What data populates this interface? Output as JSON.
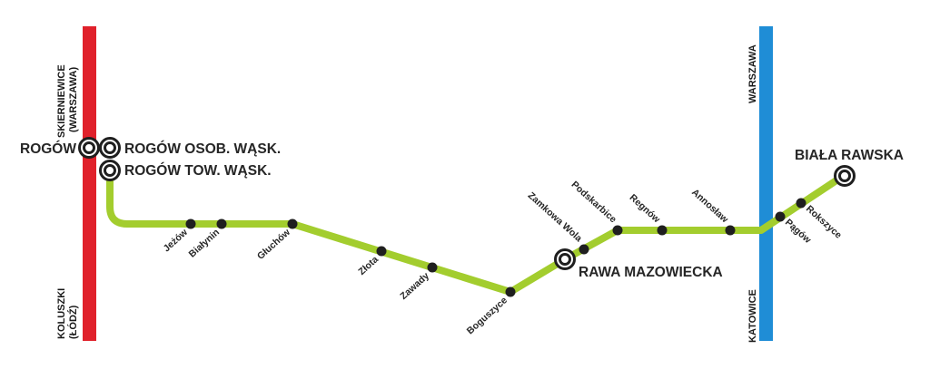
{
  "colors": {
    "left_line": "#e0212b",
    "right_line": "#1f8dd6",
    "route": "#a3cd2e",
    "station": "#1f1f1f",
    "text": "#262626"
  },
  "left_line": {
    "top_label_1": "SKIERNIEWICE",
    "top_label_2": "(WARSZAWA)",
    "bottom_label_1": "KOLUSZKI",
    "bottom_label_2": "(ŁÓDŹ)"
  },
  "right_line": {
    "top_label": "WARSZAWA",
    "bottom_label": "KATOWICE"
  },
  "major_stations": {
    "rogow": "ROGÓW",
    "rogow_osob": "ROGÓW OSOB. WĄSK.",
    "rogow_tow": "ROGÓW TOW. WĄSK.",
    "rawa": "RAWA MAZOWIECKA",
    "biala": "BIAŁA RAWSKA"
  },
  "minor_stations": {
    "jezow": "Jeżów",
    "bialynin": "Białynin",
    "gluchow": "Głuchów",
    "zlota": "Złota",
    "zawady": "Zawady",
    "boguszyce": "Boguszyce",
    "zamkowa_wola": "Zamkowa Wola",
    "podskarbice": "Podskarbice",
    "regnow": "Regnów",
    "annoslaw": "Annosław",
    "pagow": "Pągów",
    "rokszyce": "Rokszyce"
  }
}
